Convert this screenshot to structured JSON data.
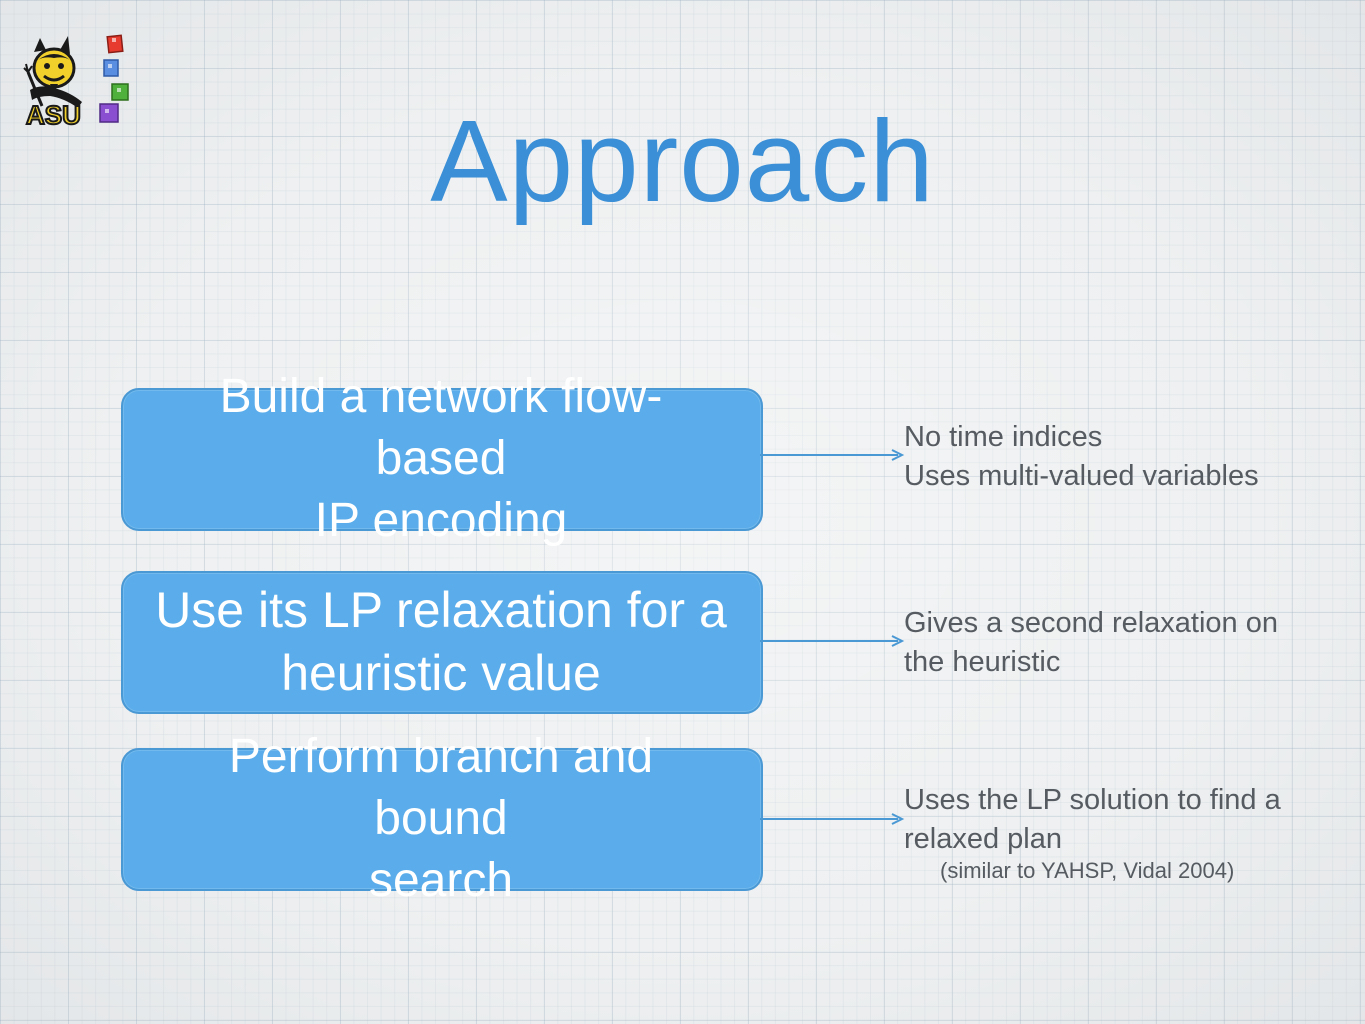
{
  "slide": {
    "title": "Approach"
  },
  "logo": {
    "icon": "asu-sun-devil-mascot-with-colored-blocks",
    "text": "ASU",
    "colors": [
      "#e63b2e",
      "#5a8ee0",
      "#4fb03b",
      "#8a4fd0",
      "#f1d02c"
    ]
  },
  "steps": [
    {
      "label": "Build a network flow-\nbased\nIP encoding",
      "note": "No time indices\nUses multi-valued variables"
    },
    {
      "label": "Use its LP relaxation for a\nheuristic value",
      "note": "Gives a second relaxation on\nthe heuristic"
    },
    {
      "label": "Perform branch and\nbound\nsearch",
      "note": "Uses the LP solution to find a\nrelaxed plan",
      "subnote": "(similar to YAHSP, Vidal 2004)"
    }
  ],
  "colors": {
    "title": "#3a8fd6",
    "box_fill": "#5aadea",
    "box_border": "#4a98d4",
    "arrow": "#4a98d4",
    "note_text": "#555b61"
  }
}
